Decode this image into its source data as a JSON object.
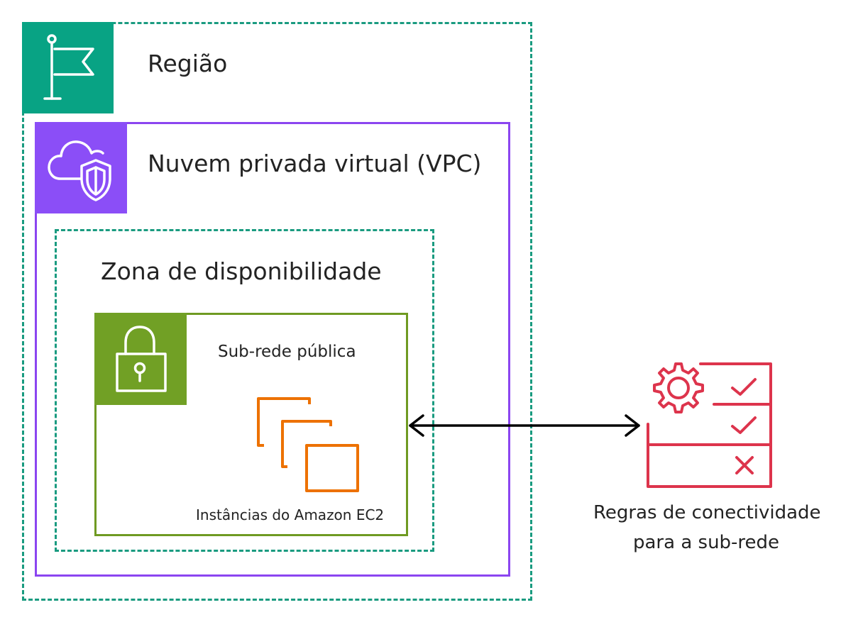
{
  "region": {
    "label": "Região",
    "icon": "flag-icon",
    "color": "#08a384"
  },
  "vpc": {
    "label": "Nuvem privada virtual (VPC)",
    "icon": "cloud-shield-icon",
    "color": "#8b4ef7"
  },
  "availability_zone": {
    "label": "Zona de disponibilidade",
    "color": "#1a9b80"
  },
  "subnet": {
    "label": "Sub-rede pública",
    "icon": "lock-icon",
    "color": "#71a025"
  },
  "ec2": {
    "label": "Instâncias do Amazon EC2",
    "icon": "ec2-instances-icon",
    "color": "#ed7100"
  },
  "rules": {
    "label_line1": "Regras de conectividade",
    "label_line2": "para a sub-rede",
    "icon": "gear-checklist-icon",
    "color": "#dd344c"
  },
  "connector": {
    "icon": "double-arrow-icon",
    "color": "#000000"
  }
}
